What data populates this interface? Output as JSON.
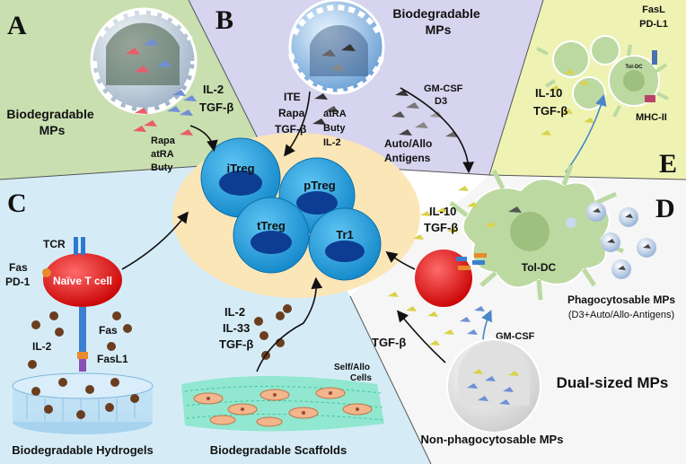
{
  "panels": {
    "A": {
      "letter": "A",
      "title_line1": "Biodegradable",
      "title_line2": "MPs",
      "factors": [
        "IL-2",
        "TGF-β"
      ],
      "drugs": [
        "Rapa",
        "atRA",
        "Buty"
      ],
      "colors": {
        "background": "#c9dfb0"
      }
    },
    "B": {
      "letter": "B",
      "title_line1": "Biodegradable",
      "title_line2": "MPs",
      "factors": [
        "ITE",
        "Rapa",
        "TGF-β"
      ],
      "factors2": [
        "atRA",
        "Buty",
        "IL-2"
      ],
      "dc_factors": [
        "GM-CSF",
        "D3"
      ],
      "antigens": [
        "Auto/Allo",
        "Antigens"
      ],
      "colors": {
        "background": "#d6d4ee"
      }
    },
    "C": {
      "letter": "C",
      "receptor": "TCR",
      "markers": [
        "Fas",
        "PD-1"
      ],
      "cell_label": "Naïve T cell",
      "fas": "Fas",
      "il2": "IL-2",
      "fasl": "FasL1",
      "hydrogel_label": "Biodegradable Hydrogels",
      "scaffold_factors": [
        "IL-2",
        "IL-33",
        "TGF-β"
      ],
      "cells_label": [
        "Self/Allo",
        "Cells"
      ],
      "scaffold_label": "Biodegradable Scaffolds",
      "colors": {
        "background": "#d5ecf7"
      }
    },
    "D": {
      "letter": "D",
      "il10": "IL-10",
      "tgfb": "TGF-β",
      "toldc": "Tol-DC",
      "phago_line1": "Phagocytosable MPs",
      "phago_line2": "(D3+Auto/Allo-Antigens)",
      "tgfb2": "TGF-β",
      "gmcsf": "GM-CSF",
      "nonphago": "Non-phagocytosable MPs",
      "dual": "Dual-sized MPs",
      "colors": {
        "background": "#f6f6f6"
      }
    },
    "E": {
      "letter": "E",
      "markers": [
        "FasL",
        "PD-L1"
      ],
      "il10": "IL-10",
      "tgfb": "TGF-β",
      "toldc": "Tol-DC",
      "mhc": "MHC-II",
      "colors": {
        "background": "#eef3b4"
      }
    }
  },
  "tregs": [
    "iTreg",
    "pTreg",
    "tTreg",
    "Tr1"
  ],
  "colors": {
    "treg": "#1c9ad8",
    "treg_nucleus": "#0c3d92",
    "tcell": "#e21414",
    "dc": "#bcd9a2",
    "halo": "#fbe6b8",
    "bead": "#6b3e1f"
  }
}
